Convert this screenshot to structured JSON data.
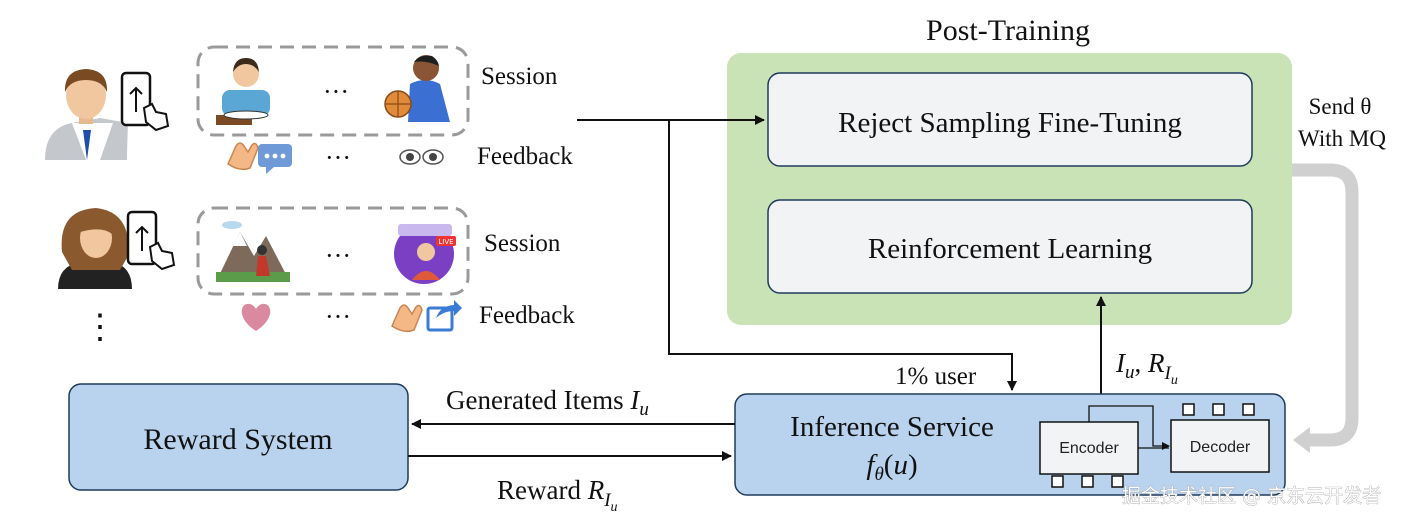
{
  "title": "Post-Training",
  "users": [
    {
      "session_label": "Session",
      "feedback_label": "Feedback",
      "ellipsis": "···"
    },
    {
      "session_label": "Session",
      "feedback_label": "Feedback",
      "ellipsis": "···"
    }
  ],
  "more_users": "⋮",
  "post_training": {
    "rsft": "Reject Sampling Fine-Tuning",
    "rl": "Reinforcement Learning"
  },
  "send_label_1": "Send θ",
  "send_label_2": "With MQ",
  "sample_label": "1% user",
  "items_reward_label": "I_u, R_Iu",
  "reward_system": "Reward System",
  "inference": {
    "title": "Inference Service",
    "formula": "fθ(u)",
    "encoder": "Encoder",
    "decoder": "Decoder"
  },
  "generated_items_label": "Generated Items I_u",
  "generated_items_text": "Generated Items",
  "reward_text": "Reward",
  "watermark": "掘金技术社区 @ 京东云开发者",
  "colors": {
    "green_panel": "#c9e2b6",
    "blue_box": "#b9d3ee",
    "arrow_gray": "#cfcfcf"
  }
}
